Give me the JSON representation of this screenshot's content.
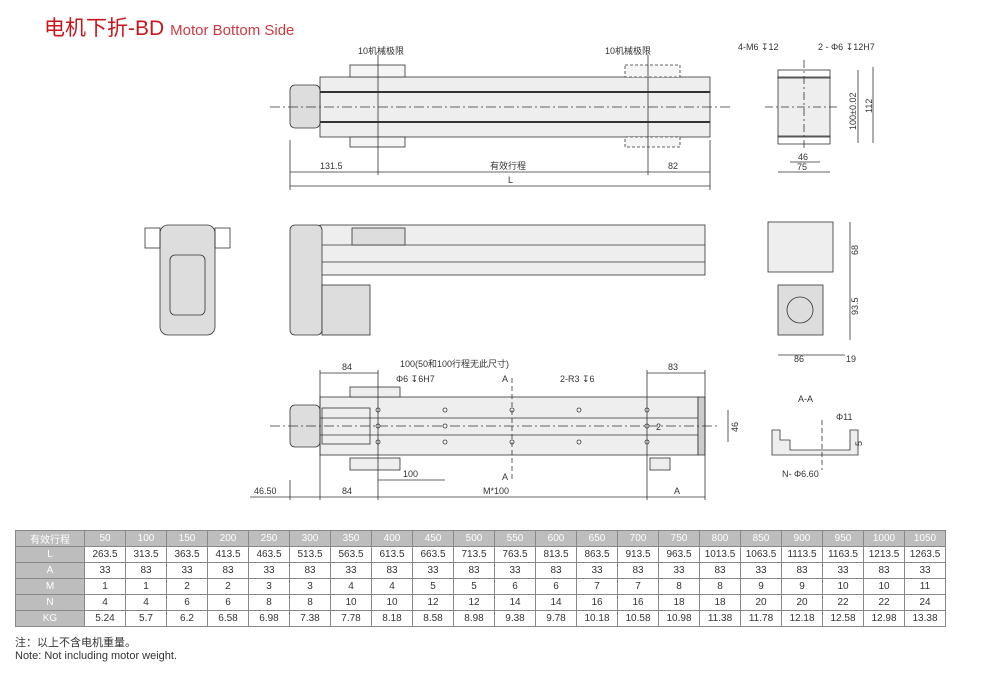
{
  "title": {
    "cn": "电机下折-BD",
    "en": "Motor Bottom Side"
  },
  "drawing": {
    "limit_left": "10机械极限",
    "limit_right": "10机械极限",
    "dim_131_5": "131.5",
    "stroke_label": "有效行程",
    "dim_82": "82",
    "dim_L": "L",
    "end_holes_m6": "4-M6 ↧12",
    "end_holes_pin": "2 - Φ6 ↧12H7",
    "dim_100_002": "100±0.02",
    "dim_112": "112",
    "dim_46_top": "46",
    "dim_75": "75",
    "dim_68": "68",
    "dim_93_5": "93.5",
    "dim_86": "86",
    "dim_19": "19",
    "dim_84_top": "84",
    "note_100": "100(50和100行程无此尺寸)",
    "pin_hole": "Φ6 ↧6H7",
    "section_mark": "A",
    "r3": "2-R3 ↧6",
    "dim_2": "2",
    "dim_83": "83",
    "dim_46_bottom": "46",
    "dim_100": "100",
    "dim_46_50": "46.50",
    "dim_84_bottom": "84",
    "dim_m100": "M*100",
    "dim_A": "A",
    "section_title": "A-A",
    "sec_d11": "Φ11",
    "sec_5": "5",
    "sec_n": "N- Φ6.60"
  },
  "table": {
    "row_labels": [
      "有效行程",
      "L",
      "A",
      "M",
      "N",
      "KG"
    ],
    "stroke": [
      "50",
      "100",
      "150",
      "200",
      "250",
      "300",
      "350",
      "400",
      "450",
      "500",
      "550",
      "600",
      "650",
      "700",
      "750",
      "800",
      "850",
      "900",
      "950",
      "1000",
      "1050"
    ],
    "L": [
      "263.5",
      "313.5",
      "363.5",
      "413.5",
      "463.5",
      "513.5",
      "563.5",
      "613.5",
      "663.5",
      "713.5",
      "763.5",
      "813.5",
      "863.5",
      "913.5",
      "963.5",
      "1013.5",
      "1063.5",
      "1113.5",
      "1163.5",
      "1213.5",
      "1263.5"
    ],
    "A": [
      "33",
      "83",
      "33",
      "83",
      "33",
      "83",
      "33",
      "83",
      "33",
      "83",
      "33",
      "83",
      "33",
      "83",
      "33",
      "83",
      "33",
      "83",
      "33",
      "83",
      "33"
    ],
    "M": [
      "1",
      "1",
      "2",
      "2",
      "3",
      "3",
      "4",
      "4",
      "5",
      "5",
      "6",
      "6",
      "7",
      "7",
      "8",
      "8",
      "9",
      "9",
      "10",
      "10",
      "11"
    ],
    "N": [
      "4",
      "4",
      "6",
      "6",
      "8",
      "8",
      "10",
      "10",
      "12",
      "12",
      "14",
      "14",
      "16",
      "16",
      "18",
      "18",
      "20",
      "20",
      "22",
      "22",
      "24"
    ],
    "KG": [
      "5.24",
      "5.7",
      "6.2",
      "6.58",
      "6.98",
      "7.38",
      "7.78",
      "8.18",
      "8.58",
      "8.98",
      "9.38",
      "9.78",
      "10.18",
      "10.58",
      "10.98",
      "11.38",
      "11.78",
      "12.18",
      "12.58",
      "12.98",
      "13.38"
    ]
  },
  "note": {
    "cn": "注：以上不含电机重量。",
    "en": "Note: Not including motor weight."
  }
}
